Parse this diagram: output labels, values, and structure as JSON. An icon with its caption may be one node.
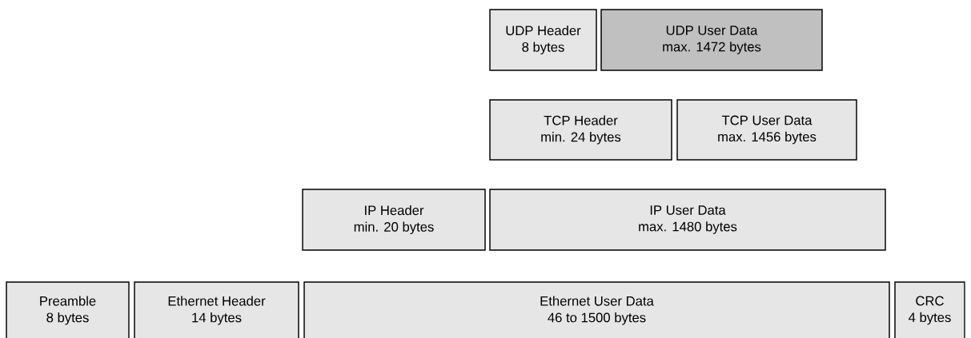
{
  "diagram": {
    "nodes": [
      {
        "text": [
          "UDP Header",
          "8 bytes"
        ]
      },
      {
        "text": [
          "UDP User Data",
          "max. 1472 bytes"
        ]
      },
      {
        "text": [
          "TCP Header",
          "min. 24 bytes"
        ]
      },
      {
        "text": [
          "TCP User Data",
          "max. 1456 bytes"
        ]
      },
      {
        "text": [
          "IP Header",
          "min. 20 bytes"
        ]
      },
      {
        "text": [
          "IP User Data",
          "max. 1480 bytes"
        ]
      },
      {
        "text": [
          "Preamble",
          "8 bytes"
        ]
      },
      {
        "text": [
          "Ethernet Header",
          "14 bytes"
        ]
      },
      {
        "text": [
          "Ethernet User Data",
          "46 to 1500 bytes"
        ]
      },
      {
        "text": [
          "CRC",
          "4 bytes"
        ]
      }
    ]
  }
}
